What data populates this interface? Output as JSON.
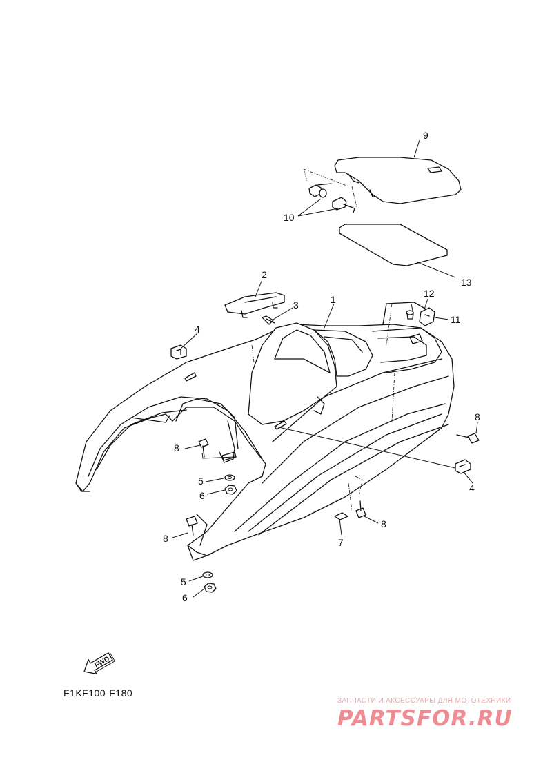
{
  "diagram": {
    "code": "F1KF100-F180",
    "direction_label": "FWD",
    "callouts": [
      "1",
      "2",
      "3",
      "4",
      "4",
      "5",
      "5",
      "6",
      "6",
      "7",
      "8",
      "8",
      "8",
      "8",
      "9",
      "10",
      "11",
      "12",
      "13"
    ]
  },
  "watermark": {
    "caption": "ЗАПЧАСТИ И АКСЕССУАРЫ ДЛЯ МОТОТЕХНИКИ",
    "logo_text": "PARTSFOR.RU",
    "color": "#ef8c93"
  }
}
